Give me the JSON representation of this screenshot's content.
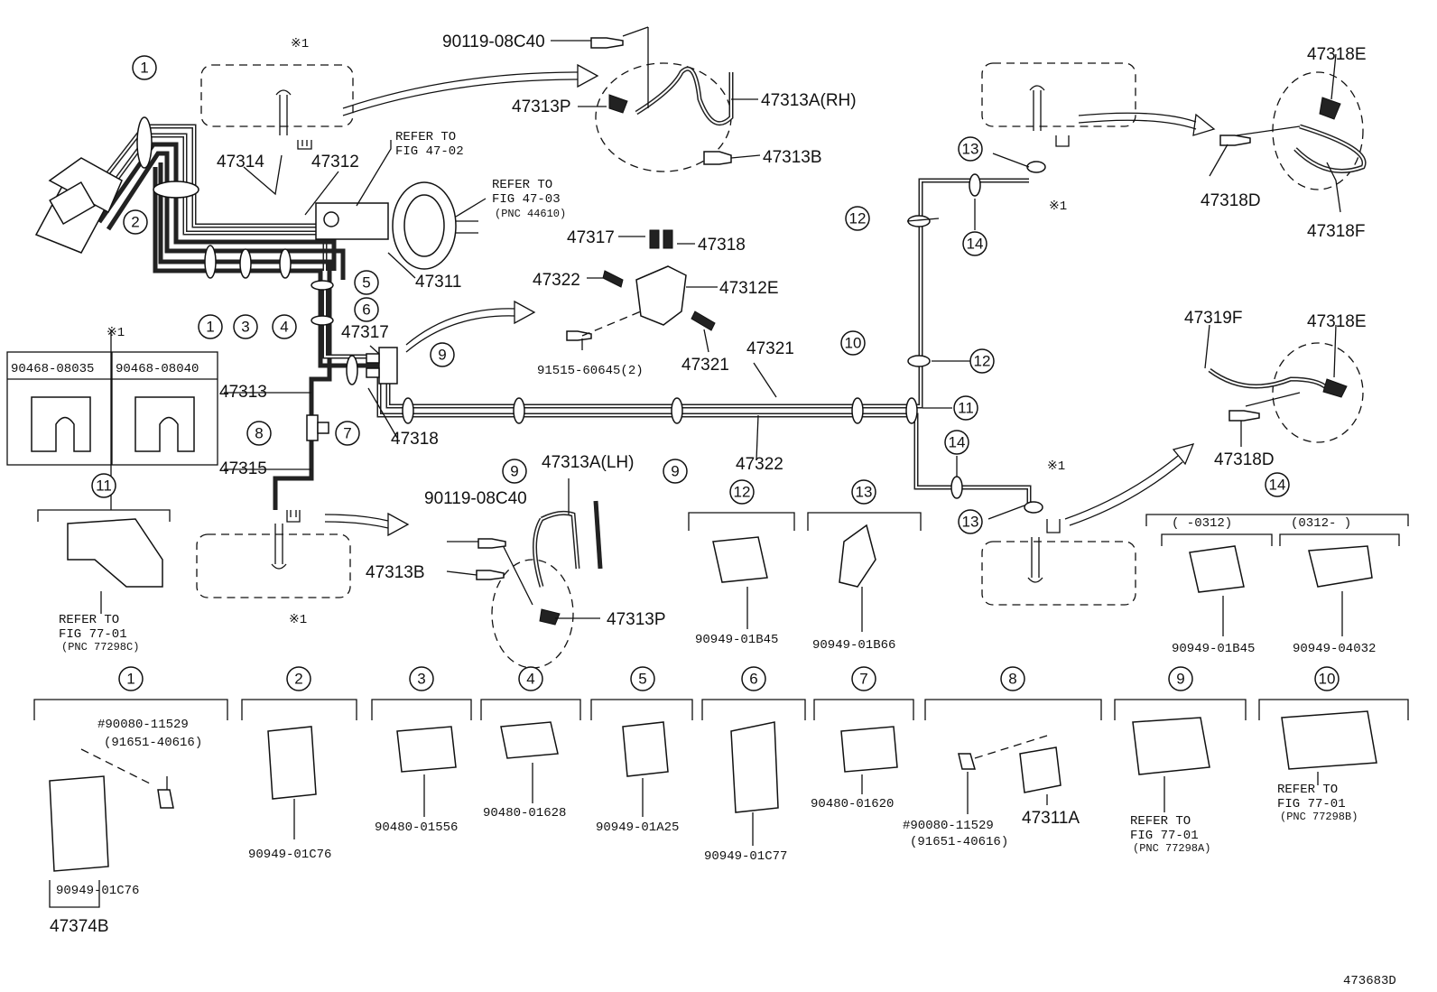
{
  "diagram": {
    "callouts": [
      "1",
      "2",
      "3",
      "4",
      "5",
      "6",
      "7",
      "8",
      "9",
      "10",
      "11",
      "12",
      "13",
      "14"
    ],
    "star_note": "※1",
    "parts": {
      "p47314": "47314",
      "p47312": "47312",
      "p47311": "47311",
      "p47313": "47313",
      "p47315": "47315",
      "p47317_a": "47317",
      "p47317_b": "47317",
      "p47318_a": "47318",
      "p47318_b": "47318",
      "p47322_a": "47322",
      "p47322_b": "47322",
      "p47321_a": "47321",
      "p47321_b": "47321",
      "p47312E": "47312E",
      "p91515": "91515-60645(2)",
      "p47313A_RH": "47313A(RH)",
      "p47313A_LH": "47313A(LH)",
      "p47313P_a": "47313P",
      "p47313P_b": "47313P",
      "p47313B_a": "47313B",
      "p47313B_b": "47313B",
      "p90119_a": "90119-08C40",
      "p90119_b": "90119-08C40",
      "p47318E_a": "47318E",
      "p47318E_b": "47318E",
      "p47318D_a": "47318D",
      "p47318D_b": "47318D",
      "p47318F": "47318F",
      "p47319F": "47319F",
      "p47374B": "47374B",
      "p47311A": "47311A"
    },
    "refer_fig_47_02": [
      "REFER TO",
      "FIG 47-02"
    ],
    "refer_fig_47_03": [
      "REFER TO",
      "FIG 47-03",
      "(PNC 44610)"
    ],
    "table_90468": {
      "col1": "90468-08035",
      "col2": "90468-08040"
    },
    "detail11": {
      "line1": "REFER TO",
      "line2": "FIG 77-01",
      "line3": "(PNC 77298C)"
    },
    "detail12": "90949-01B45",
    "detail13": "90949-01B66",
    "detail14": {
      "header_left": "(    -0312)",
      "header_right": "(0312-      )",
      "left": "90949-01B45",
      "right": "90949-04032"
    },
    "detail1": {
      "note1": "#90080-11529",
      "note2": "(91651-40616)",
      "clamp": "90949-01C76"
    },
    "detail2": "90949-01C76",
    "detail3": "90480-01556",
    "detail4": "90480-01628",
    "detail5": "90949-01A25",
    "detail6": "90949-01C77",
    "detail7": "90480-01620",
    "detail8": {
      "bolt": "#90080-11529",
      "bolt_alt": "(91651-40616)"
    },
    "detail9": {
      "line1": "REFER TO",
      "line2": "FIG 77-01",
      "line3": "(PNC 77298A)"
    },
    "detail10": {
      "line1": "REFER TO",
      "line2": "FIG 77-01",
      "line3": "(PNC 77298B)"
    },
    "diagram_code": "473683D"
  }
}
